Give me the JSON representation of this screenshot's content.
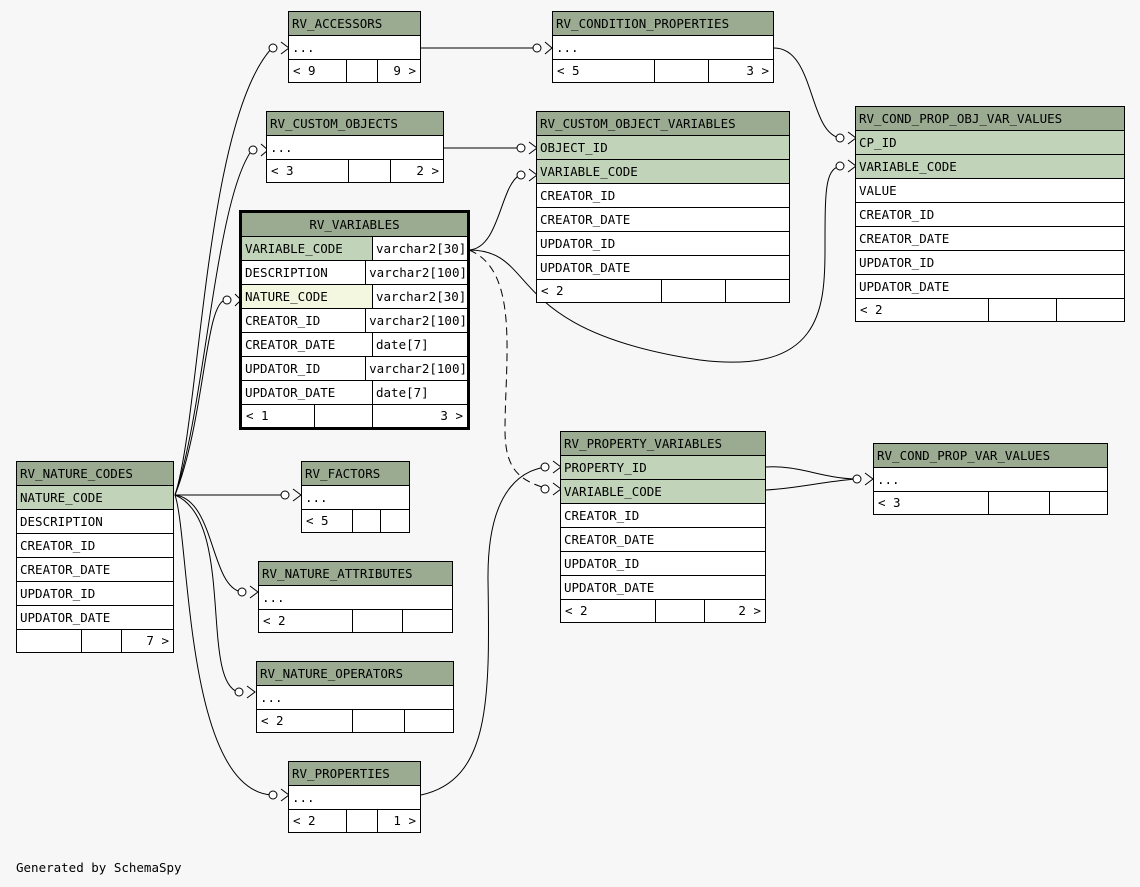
{
  "footer": "Generated by SchemaSpy",
  "tables": {
    "accessors": {
      "name": "RV_ACCESSORS",
      "rows": [
        "..."
      ],
      "footer": [
        "< 9",
        "",
        "9 >"
      ]
    },
    "condition_properties": {
      "name": "RV_CONDITION_PROPERTIES",
      "rows": [
        "..."
      ],
      "footer": [
        "< 5",
        "",
        "3 >"
      ]
    },
    "custom_objects": {
      "name": "RV_CUSTOM_OBJECTS",
      "rows": [
        "..."
      ],
      "footer": [
        "< 3",
        "",
        "2 >"
      ]
    },
    "custom_object_variables": {
      "name": "RV_CUSTOM_OBJECT_VARIABLES",
      "rows": [
        "OBJECT_ID",
        "VARIABLE_CODE",
        "CREATOR_ID",
        "CREATOR_DATE",
        "UPDATOR_ID",
        "UPDATOR_DATE"
      ],
      "footer": [
        "< 2",
        "",
        ""
      ]
    },
    "cond_prop_obj_var_values": {
      "name": "RV_COND_PROP_OBJ_VAR_VALUES",
      "rows": [
        "CP_ID",
        "VARIABLE_CODE",
        "VALUE",
        "CREATOR_ID",
        "CREATOR_DATE",
        "UPDATOR_ID",
        "UPDATOR_DATE"
      ],
      "footer": [
        "< 2",
        "",
        ""
      ]
    },
    "variables": {
      "name": "RV_VARIABLES",
      "columns": [
        {
          "name": "VARIABLE_CODE",
          "type": "varchar2[30]"
        },
        {
          "name": "DESCRIPTION",
          "type": "varchar2[100]"
        },
        {
          "name": "NATURE_CODE",
          "type": "varchar2[30]"
        },
        {
          "name": "CREATOR_ID",
          "type": "varchar2[100]"
        },
        {
          "name": "CREATOR_DATE",
          "type": "date[7]"
        },
        {
          "name": "UPDATOR_ID",
          "type": "varchar2[100]"
        },
        {
          "name": "UPDATOR_DATE",
          "type": "date[7]"
        }
      ],
      "footer": [
        "< 1",
        "",
        "3 >"
      ]
    },
    "nature_codes": {
      "name": "RV_NATURE_CODES",
      "rows": [
        "NATURE_CODE",
        "DESCRIPTION",
        "CREATOR_ID",
        "CREATOR_DATE",
        "UPDATOR_ID",
        "UPDATOR_DATE"
      ],
      "footer": [
        "",
        "",
        "7 >"
      ]
    },
    "factors": {
      "name": "RV_FACTORS",
      "rows": [
        "..."
      ],
      "footer": [
        "< 5",
        "",
        ""
      ]
    },
    "nature_attributes": {
      "name": "RV_NATURE_ATTRIBUTES",
      "rows": [
        "..."
      ],
      "footer": [
        "< 2",
        "",
        ""
      ]
    },
    "nature_operators": {
      "name": "RV_NATURE_OPERATORS",
      "rows": [
        "..."
      ],
      "footer": [
        "< 2",
        "",
        ""
      ]
    },
    "properties": {
      "name": "RV_PROPERTIES",
      "rows": [
        "..."
      ],
      "footer": [
        "< 2",
        "",
        "1 >"
      ]
    },
    "property_variables": {
      "name": "RV_PROPERTY_VARIABLES",
      "rows": [
        "PROPERTY_ID",
        "VARIABLE_CODE",
        "CREATOR_ID",
        "CREATOR_DATE",
        "UPDATOR_ID",
        "UPDATOR_DATE"
      ],
      "footer": [
        "< 2",
        "",
        "2 >"
      ]
    },
    "cond_prop_var_values": {
      "name": "RV_COND_PROP_VAR_VALUES",
      "rows": [
        "..."
      ],
      "footer": [
        "< 3",
        "",
        ""
      ]
    }
  },
  "colors": {
    "header": "#9aab92",
    "key_row": "#c1d4b9",
    "index_row": "#f4f7df",
    "background": "#f7f7f7"
  }
}
